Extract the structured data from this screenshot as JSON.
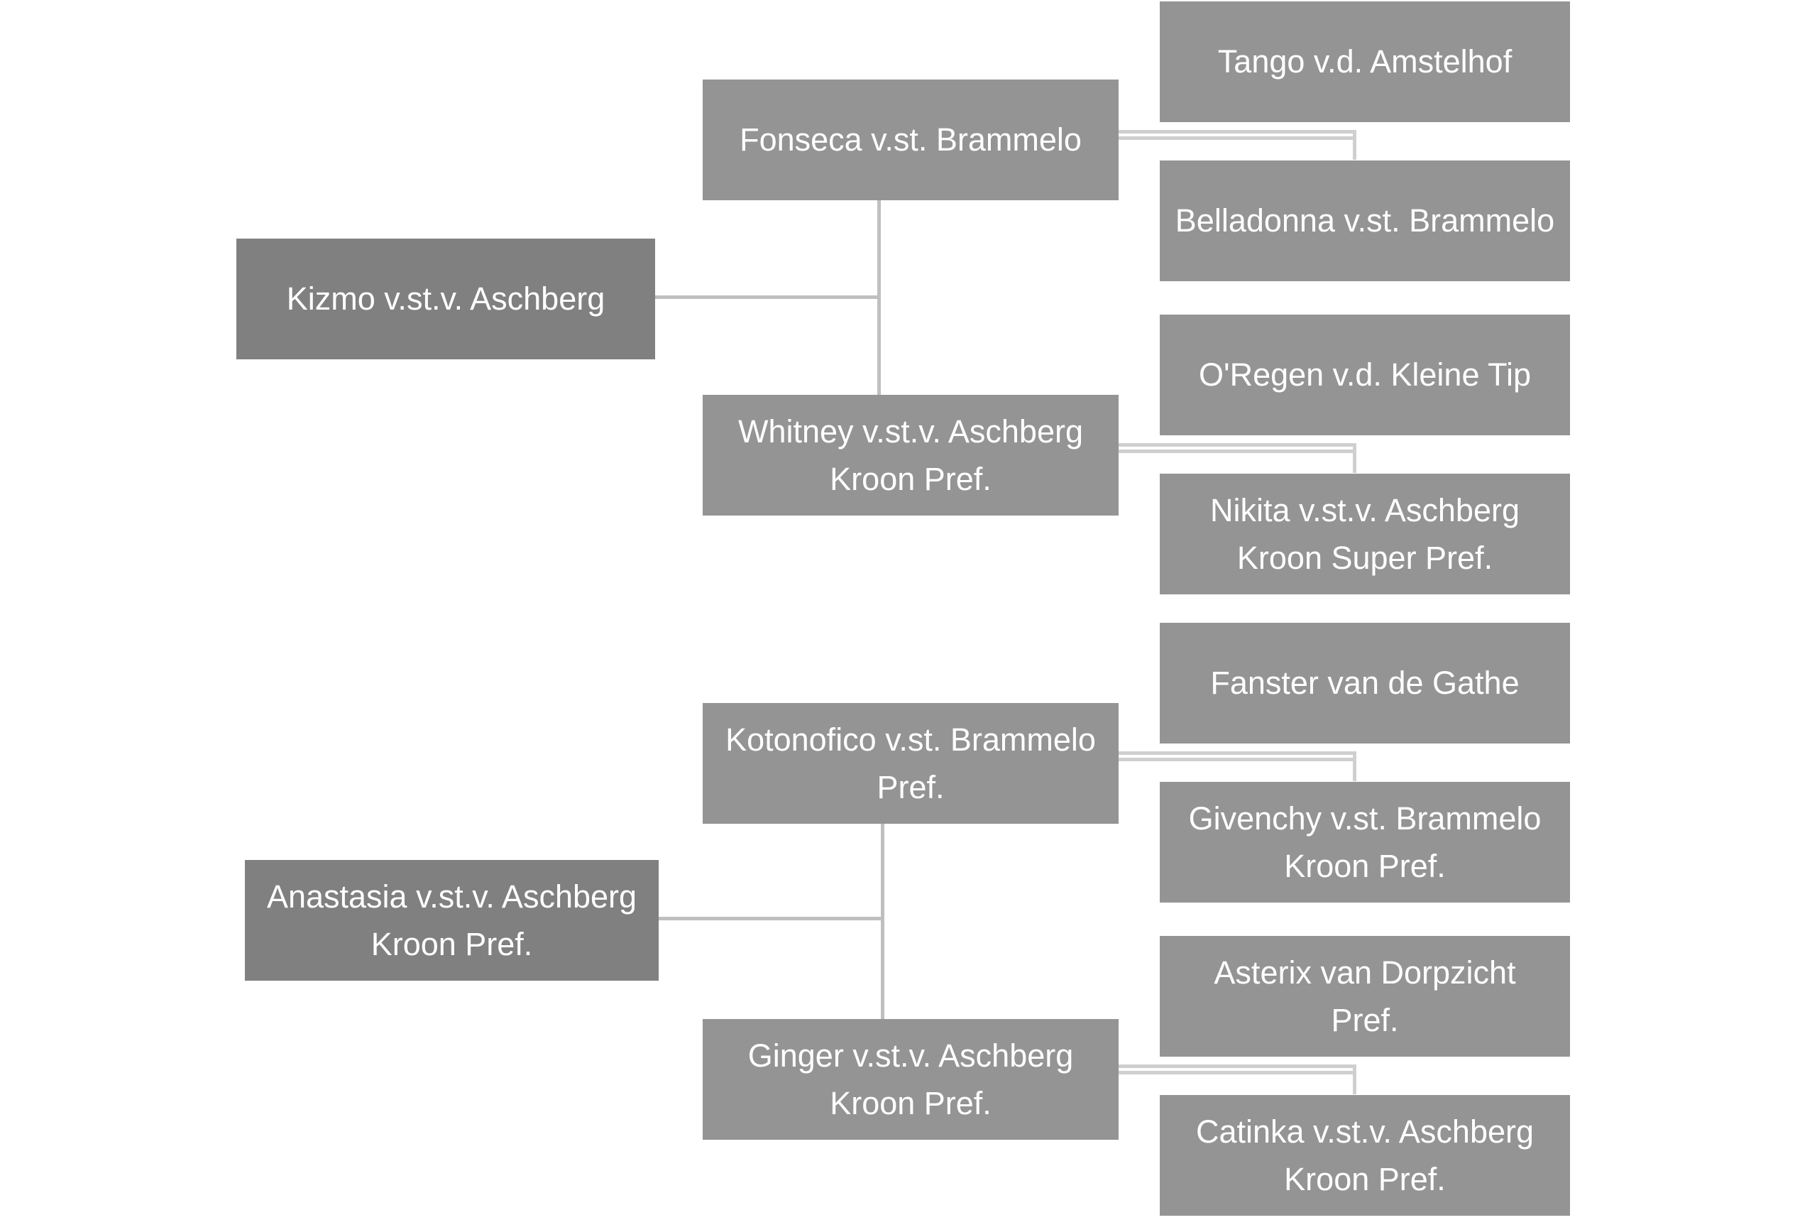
{
  "diagram": {
    "type": "pedigree-chart",
    "title": "Pedigree chart",
    "colors": {
      "subject_box": "#808080",
      "ancestor_box": "#949494",
      "connector": "#bfbfbf",
      "double_connector": "#cfcfcf",
      "text": "#ffffff",
      "background": "#ffffff"
    }
  },
  "groups": [
    {
      "id": "group-kizmo",
      "subject": {
        "id": "kizmo",
        "label": "Kizmo v.st.v. Aschberg",
        "lines": [
          "Kizmo v.st.v. Aschberg"
        ]
      },
      "sire": {
        "id": "fonseca",
        "label": "Fonseca v.st. Brammelo",
        "lines": [
          "Fonseca v.st. Brammelo"
        ],
        "parents": [
          {
            "id": "tango",
            "label": "Tango v.d. Amstelhof",
            "lines": [
              "Tango v.d. Amstelhof"
            ]
          },
          {
            "id": "belladonna",
            "label": "Belladonna v.st. Brammelo",
            "lines": [
              "Belladonna v.st. Brammelo"
            ]
          }
        ]
      },
      "dam": {
        "id": "whitney",
        "label": "Whitney v.st.v. Aschberg Kroon Pref.",
        "lines": [
          "Whitney v.st.v. Aschberg",
          "Kroon Pref."
        ],
        "parents": [
          {
            "id": "oregen",
            "label": "O'Regen v.d. Kleine Tip",
            "lines": [
              "O'Regen v.d. Kleine Tip"
            ]
          },
          {
            "id": "nikita",
            "label": "Nikita v.st.v. Aschberg Kroon Super Pref.",
            "lines": [
              "Nikita v.st.v. Aschberg",
              "Kroon Super Pref."
            ]
          }
        ]
      }
    },
    {
      "id": "group-anastasia",
      "subject": {
        "id": "anastasia",
        "label": "Anastasia v.st.v. Aschberg Kroon Pref.",
        "lines": [
          "Anastasia v.st.v. Aschberg",
          "Kroon Pref."
        ]
      },
      "sire": {
        "id": "kotonofico",
        "label": "Kotonofico v.st. Brammelo Pref.",
        "lines": [
          "Kotonofico v.st. Brammelo",
          "Pref."
        ],
        "parents": [
          {
            "id": "fanster",
            "label": "Fanster van de Gathe",
            "lines": [
              "Fanster van de Gathe"
            ]
          },
          {
            "id": "givenchy",
            "label": "Givenchy v.st. Brammelo Kroon Pref.",
            "lines": [
              "Givenchy v.st. Brammelo",
              "Kroon Pref."
            ]
          }
        ]
      },
      "dam": {
        "id": "ginger",
        "label": "Ginger v.st.v. Aschberg Kroon Pref.",
        "lines": [
          "Ginger v.st.v. Aschberg",
          "Kroon Pref."
        ],
        "parents": [
          {
            "id": "asterix",
            "label": "Asterix van Dorpzicht Pref.",
            "lines": [
              "Asterix van Dorpzicht",
              "Pref."
            ]
          },
          {
            "id": "catinka",
            "label": "Catinka v.st.v. Aschberg Kroon Pref.",
            "lines": [
              "Catinka v.st.v. Aschberg",
              "Kroon Pref."
            ]
          }
        ]
      }
    }
  ],
  "nodes": {
    "kizmo": {
      "line1": "Kizmo v.st.v. Aschberg",
      "line2": ""
    },
    "fonseca": {
      "line1": "Fonseca v.st. Brammelo",
      "line2": ""
    },
    "whitney": {
      "line1": "Whitney v.st.v. Aschberg",
      "line2": "Kroon Pref."
    },
    "tango": {
      "line1": "Tango v.d. Amstelhof",
      "line2": ""
    },
    "belladonna": {
      "line1": "Belladonna v.st. Brammelo",
      "line2": ""
    },
    "oregen": {
      "line1": "O'Regen v.d. Kleine Tip",
      "line2": ""
    },
    "nikita": {
      "line1": "Nikita v.st.v. Aschberg",
      "line2": "Kroon Super Pref."
    },
    "anastasia": {
      "line1": "Anastasia v.st.v. Aschberg",
      "line2": "Kroon Pref."
    },
    "kotonofico": {
      "line1": "Kotonofico v.st. Brammelo",
      "line2": "Pref."
    },
    "ginger": {
      "line1": "Ginger v.st.v. Aschberg",
      "line2": "Kroon Pref."
    },
    "fanster": {
      "line1": "Fanster van de Gathe",
      "line2": ""
    },
    "givenchy": {
      "line1": "Givenchy v.st. Brammelo",
      "line2": "Kroon Pref."
    },
    "asterix": {
      "line1": "Asterix van Dorpzicht",
      "line2": "Pref."
    },
    "catinka": {
      "line1": "Catinka v.st.v. Aschberg",
      "line2": "Kroon Pref."
    }
  }
}
